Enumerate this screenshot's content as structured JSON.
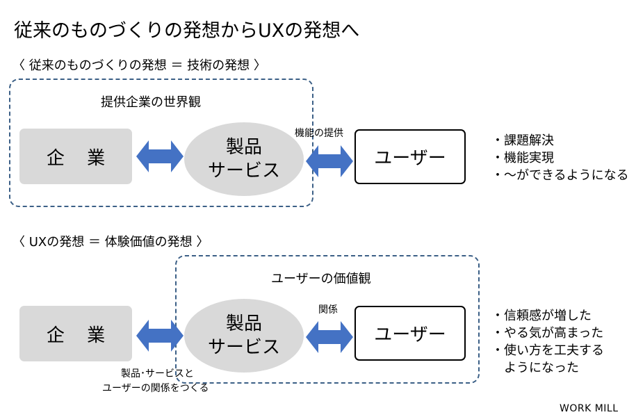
{
  "title": "従来のものづくりの発想からUXの発想へ",
  "section1": {
    "heading": "〈 従来のものづくりの発想 ＝ 技術の発想 〉",
    "frame_label": "提供企業の世界観",
    "company": "企 業",
    "product": "製品\nサービス",
    "user": "ユーザー",
    "arrow_label": "機能の提供",
    "bullets": [
      "・課題解決",
      "・機能実現",
      "・～ができるようになる"
    ]
  },
  "section2": {
    "heading": "〈 UXの発想 ＝ 体験価値の発想 〉",
    "frame_label": "ユーザーの価値観",
    "company": "企 業",
    "product": "製品\nサービス",
    "user": "ユーザー",
    "arrow_label": "関係",
    "note_line1": "製品･サービスと",
    "note_line2": "ユーザーの関係をつくる",
    "bullets": [
      "・信頼感が増した",
      "・やる気が高まった",
      "・使い方を工夫する",
      "　ようになった"
    ]
  },
  "brand": "WORK MILL",
  "colors": {
    "arrow": "#4472c4",
    "frame": "#3b5f86",
    "shape_fill": "#d9d9d9"
  }
}
